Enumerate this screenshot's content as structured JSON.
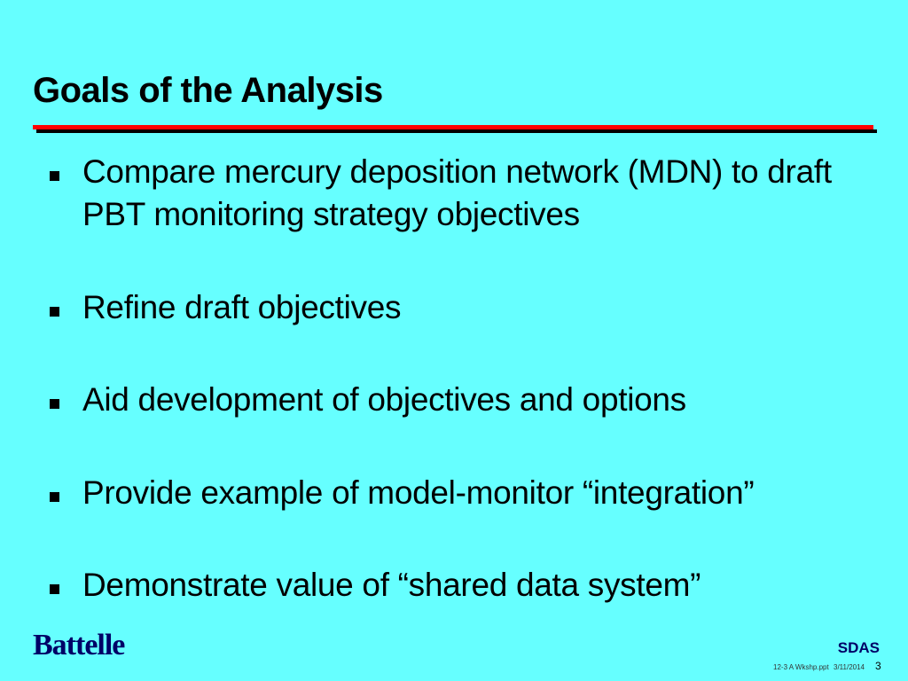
{
  "slide": {
    "title": "Goals of the Analysis",
    "bullets": [
      "Compare mercury deposition network (MDN) to draft PBT monitoring strategy objectives",
      "Refine draft objectives",
      "Aid development of objectives and options",
      "Provide example of model-monitor “integration”",
      "Demonstrate value of “shared data system”"
    ]
  },
  "footer": {
    "logo": "Battelle",
    "brand": "SDAS",
    "file": "12-3 A Wkshp.ppt",
    "date": "3/11/2014",
    "page": "3"
  },
  "colors": {
    "background": "#66FFFF",
    "rule": "#FF0000",
    "rule_shadow": "#000000",
    "brand": "#000066"
  }
}
